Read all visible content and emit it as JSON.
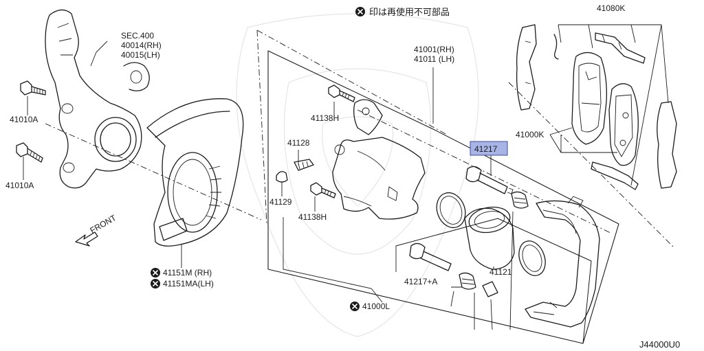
{
  "note": "印は再使用不可部品",
  "labels": {
    "sec400": "SEC.400",
    "p40014": "40014(RH)",
    "p40015": "40015(LH)",
    "p41010a_1": "41010A",
    "p41010a_2": "41010A",
    "front": "FRONT",
    "p41151m": "41151M (RH)",
    "p41151ma": "41151MA(LH)",
    "p41128": "41128",
    "p41138h_1": "41138H",
    "p41138h_2": "41138H",
    "p41129": "41129",
    "p41001": "41001(RH)",
    "p41011": "41011 (LH)",
    "p41217": "41217",
    "p41121": "41121",
    "p41217a": "41217+A",
    "p41000l": "41000L",
    "p41080k": "41080K",
    "p41000k": "41000K",
    "diagram_code": "J44000U0"
  },
  "highlight_color": "#a8b4e6",
  "line_color": "#1a1a1a",
  "non_reusable_icon": "x-circle-icon"
}
